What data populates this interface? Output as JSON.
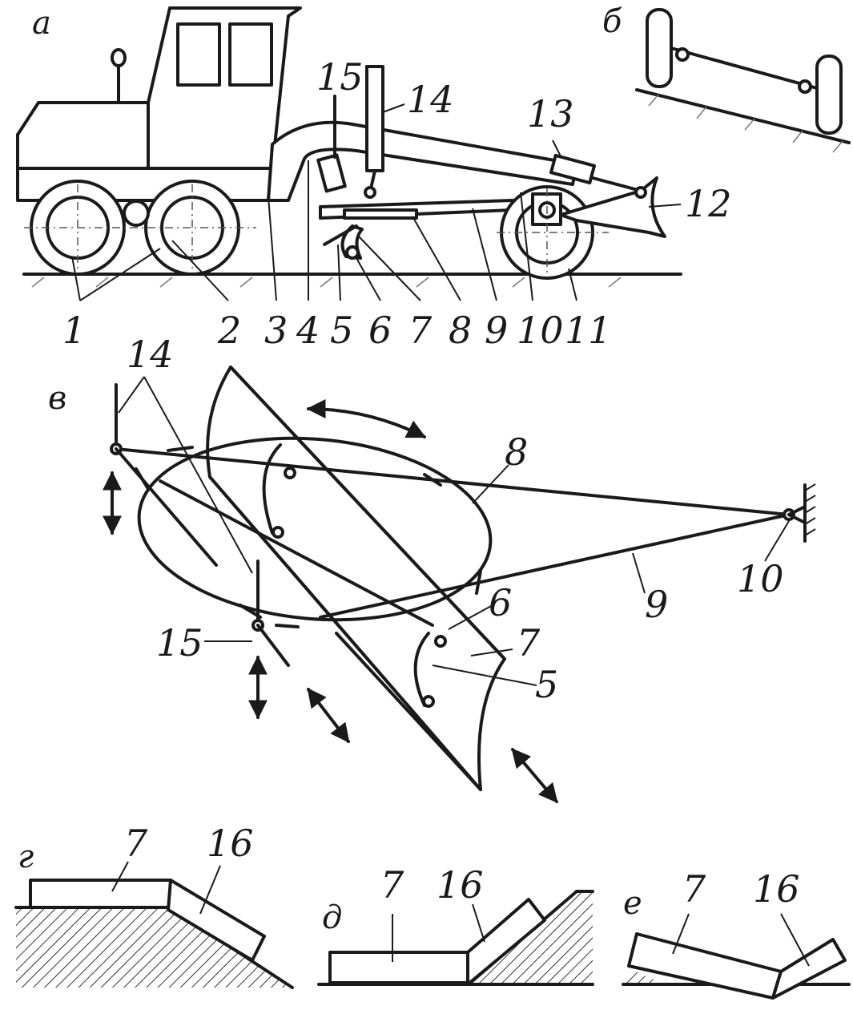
{
  "sections": {
    "a": "а",
    "b": "б",
    "v": "в",
    "g": "г",
    "d": "д",
    "e": "е"
  },
  "labels_a": [
    "1",
    "2",
    "3",
    "4",
    "5",
    "6",
    "7",
    "8",
    "9",
    "10",
    "11",
    "12",
    "13",
    "14",
    "15"
  ],
  "labels_v": {
    "n14": "14",
    "n8": "8",
    "n6": "6",
    "n7": "7",
    "n5": "5",
    "n9": "9",
    "n10": "10",
    "n15": "15"
  },
  "labels_bottom": {
    "g7": "7",
    "g16": "16",
    "d7": "7",
    "d16": "16",
    "e7": "7",
    "e16": "16"
  }
}
